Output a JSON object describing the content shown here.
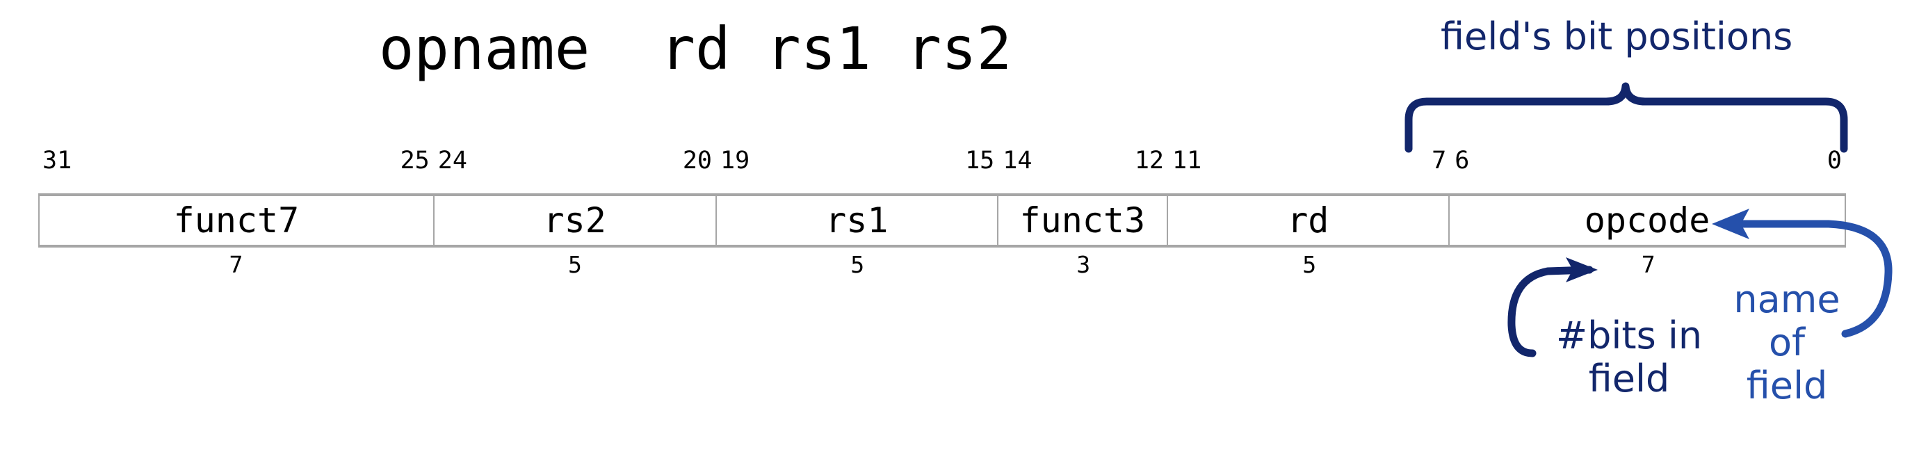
{
  "figure": {
    "title_asm": "opname  rd rs1 rs2",
    "colors": {
      "navy": "#12266b",
      "blue": "#2550ab",
      "table_border": "#a6a6a6",
      "text": "#000000",
      "background": "#ffffff"
    }
  },
  "instruction_format": {
    "total_bits": 32,
    "fields": [
      {
        "name": "funct7",
        "bit_hi": "31",
        "bit_lo": "25",
        "width": "7"
      },
      {
        "name": "rs2",
        "bit_hi": "24",
        "bit_lo": "20",
        "width": "5"
      },
      {
        "name": "rs1",
        "bit_hi": "19",
        "bit_lo": "15",
        "width": "5"
      },
      {
        "name": "funct3",
        "bit_hi": "14",
        "bit_lo": "12",
        "width": "3"
      },
      {
        "name": "rd",
        "bit_hi": "11",
        "bit_lo": "7",
        "width": "5"
      },
      {
        "name": "opcode",
        "bit_hi": "6",
        "bit_lo": "0",
        "width": "7"
      }
    ]
  },
  "annotations": {
    "bit_positions": {
      "text": "field's bit positions",
      "color": "#12266b"
    },
    "bits_in_field": {
      "text": "#bits in\nfield",
      "color": "#12266b"
    },
    "name_of_field": {
      "text": "name\nof\nfield",
      "color": "#2550ab"
    }
  }
}
